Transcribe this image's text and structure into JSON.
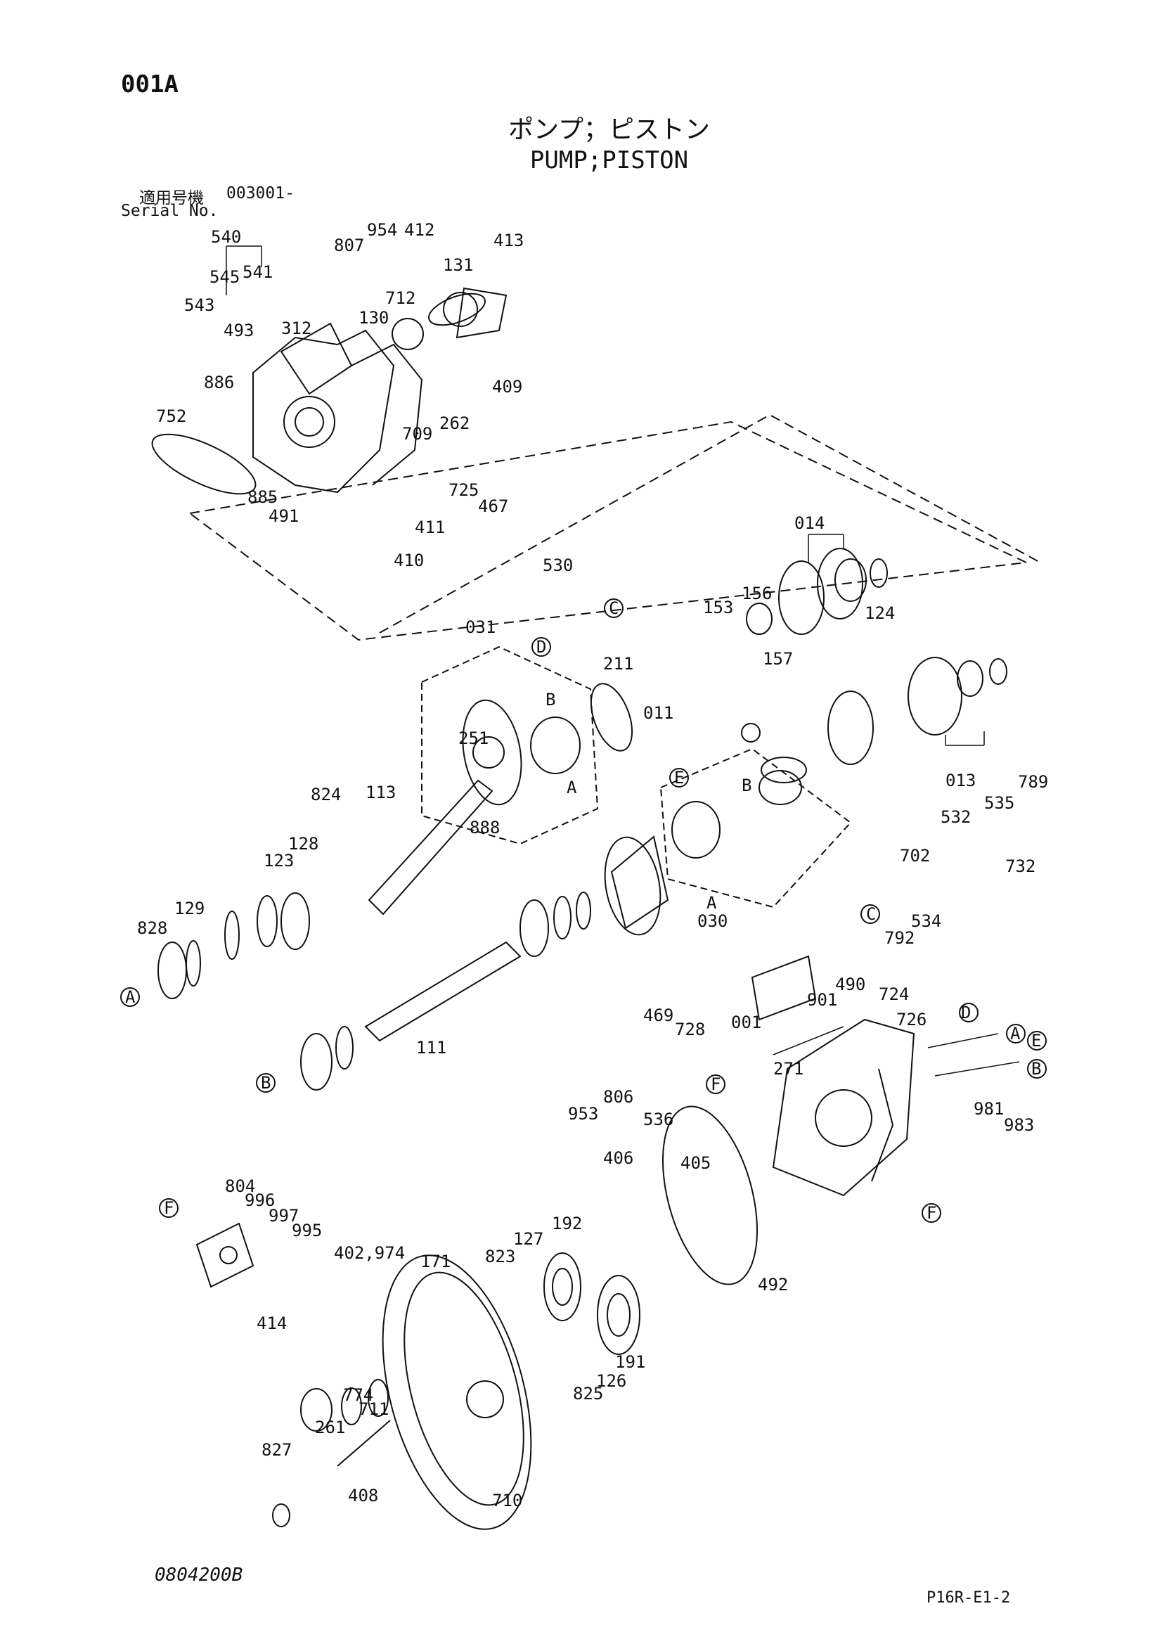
{
  "header": {
    "page_id": "001A",
    "title_jp": "ポンプ；ピストン",
    "title_en": "PUMP;PISTON",
    "serial_label_jp": "適用号機",
    "serial_value": "003001-",
    "serial_label_en": "Serial No."
  },
  "footer": {
    "doc_code": "0804200B",
    "sheet_code": "P16R-E1-2"
  },
  "diagram": {
    "part_labels": [
      "540",
      "954",
      "412",
      "807",
      "413",
      "545",
      "541",
      "131",
      "543",
      "493",
      "312",
      "712",
      "130",
      "886",
      "409",
      "752",
      "709",
      "262",
      "885",
      "725",
      "491",
      "467",
      "411",
      "410",
      "014",
      "530",
      "153",
      "156",
      "124",
      "157",
      "031",
      "211",
      "011",
      "251",
      "113",
      "888",
      "824",
      "128",
      "123",
      "129",
      "828",
      "111",
      "789",
      "535",
      "532",
      "702",
      "732",
      "534",
      "792",
      "030",
      "013",
      "901",
      "490",
      "724",
      "726",
      "469",
      "728",
      "001",
      "806",
      "271",
      "953",
      "536",
      "981",
      "983",
      "406",
      "405",
      "804",
      "996",
      "997",
      "995",
      "402,974",
      "171",
      "192",
      "127",
      "823",
      "414",
      "191",
      "126",
      "825",
      "492",
      "774",
      "711",
      "261",
      "827",
      "408",
      "710"
    ],
    "callouts": [
      "A",
      "B",
      "C",
      "D",
      "E",
      "F"
    ]
  }
}
